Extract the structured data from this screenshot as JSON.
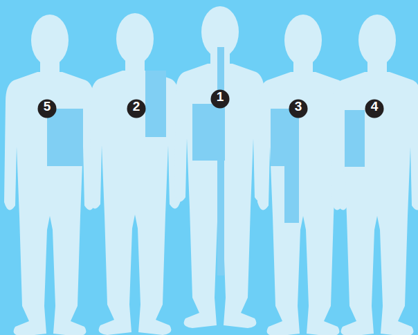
{
  "diagram": {
    "nodes": [
      {
        "text": [
          "5"
        ]
      },
      {
        "text": [
          "2"
        ]
      },
      {
        "text": [
          "1"
        ]
      },
      {
        "text": [
          "3"
        ]
      },
      {
        "text": [
          "4"
        ]
      }
    ]
  }
}
